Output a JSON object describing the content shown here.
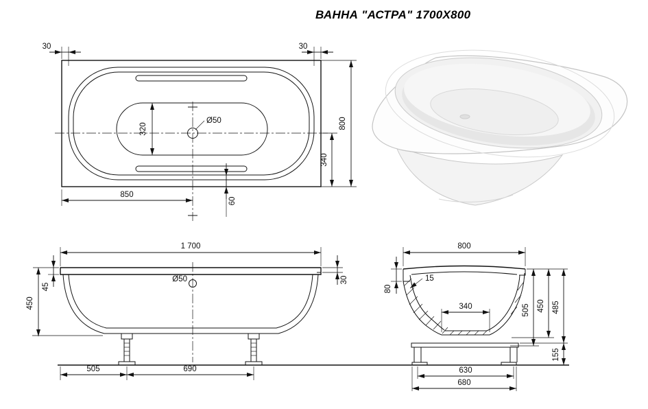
{
  "title": "ВАННА \"АСТРА\" 1700X800",
  "colors": {
    "line": "#121212",
    "background": "#ffffff"
  },
  "views": {
    "top": {
      "dims": {
        "rim_left": "30",
        "rim_right": "30",
        "basin_width": "320",
        "drain_diameter": "Ø50",
        "overall_width": "800",
        "drain_to_edge": "340",
        "drain_from_left": "850",
        "rim_bottom": "60"
      }
    },
    "front": {
      "dims": {
        "overall_length": "1 700",
        "rim_height": "30",
        "rim_thickness": "45",
        "body_height": "450",
        "overflow_diameter": "Ø50",
        "leg_offset": "505",
        "leg_spacing": "690"
      }
    },
    "section": {
      "dims": {
        "overall_width": "800",
        "wall_thickness": "15",
        "rim_drop": "80",
        "bottom_width": "340",
        "depth_outer": "505",
        "depth_inner": "450",
        "height_overall": "485",
        "frame_height": "155",
        "frame_feet_span": "630",
        "frame_overall_width": "680"
      }
    }
  }
}
